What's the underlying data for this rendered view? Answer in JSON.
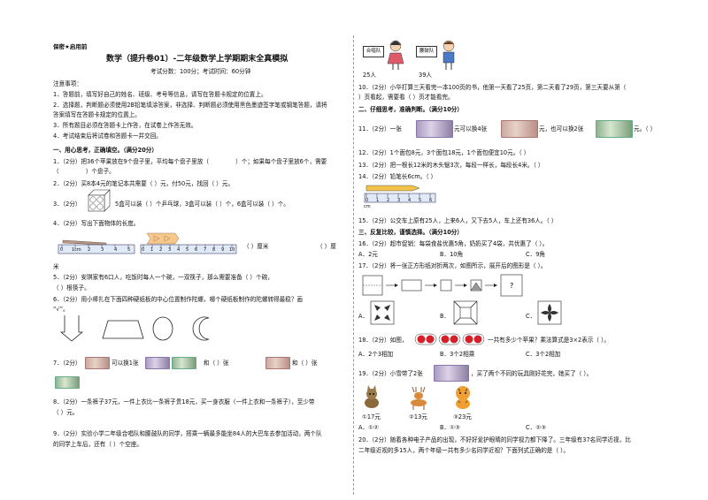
{
  "header": {
    "secret": "保密★启用前",
    "title": "数学（提升卷01）-二年级数学上学期期末全真模拟",
    "score_info": "考试分数：100分；考试时间：60分钟"
  },
  "notice": {
    "heading": "注意事项：",
    "items": [
      "1．答题前，填写好自己的姓名、班级、考号等信息，请写在答题卡规定的位置上。",
      "2．选择题，判断题必须使用2B铅笔填涂答案，非选择、判断题必须使用黑色墨迹签字笔或钢笔答题，请将",
      "答案填写在答题卡规定的位置上。",
      "3．所有题目必须在答题卡上作答，在试卷上作答无效。",
      "4．考试结束后将试卷和答题卡一并交回。"
    ]
  },
  "sections": {
    "s1": "一、用心思考，正确填空。（满分20分）",
    "s2": "二、仔细思考，准确判断。（满分10分）",
    "s3": "三、反复比较，谨慎选择。（满分10分）"
  },
  "left_questions": {
    "q1a": "1．（2分）把36个苹果放在9个盘子里，平均每个盘子里放（",
    "q1b": "）个；如果每个盘子里放6个，需要",
    "q1c": "（",
    "q1d": "）个盘子。",
    "q2": "2．（2分）买8本4元的笔记本共需要（        ）元，付50元，找回（        ）元。",
    "q3a": "3．（2分）",
    "q3b": "5盒可以装（        ）个乒乓球，3盒可以装（        ）个，6盒可以装（        ）个。",
    "q4": "4．（2分）写出下面物体的长度。",
    "q4a": "（        ）厘米",
    "q4b": "（        ）厘",
    "q4c": "米",
    "q5a": "5．（2分）安琪家有6口人，吃饭时每人一个碗，一双筷子，那么需要准备（        ）个碗，",
    "q5b": "（        ）根筷子。",
    "q6a": "6．（2分）用小棒扎在下面四种硬纸板的中心位置制作陀螺，哪个硬纸板制作的陀螺转得最稳？画",
    "q6b": "“√”。",
    "q7a": "7．（2分）",
    "q7b": "可以换1张",
    "q7c": "和（        ）张",
    "q7d": "和（        ）张",
    "q8a": "8．（2分）一条裤子37元，一件上衣比一条裤子贵18元，买一身衣服（一件上衣和一条裤子），至少带",
    "q8b": "（        ）元。",
    "q9a": "9．（2分）实验小学二年级合唱队和腰鼓队的同学，搭乘一辆最多能坐84人的大巴车去参加活动，两个队",
    "q9b": "的同学上车后，还有（        ）个空座。",
    "ruler1_nums": [
      "0",
      "1cm",
      "2",
      "3",
      "4",
      "5"
    ],
    "ruler2_nums": [
      "0",
      "1",
      "2",
      "3",
      "4",
      "5",
      "6",
      "7",
      "8",
      "9",
      "10"
    ]
  },
  "right_questions": {
    "badge1": "合唱队",
    "badge2": "腰鼓队",
    "people1": "25人",
    "people2": "39人",
    "q10a": "10．（2分）小华打算三天看完一本100页的书，他第一天看了25页，第二天看了29页，第三天要从第（",
    "q10b": "）页看起，需要看（        ）页才能看完。",
    "q11a": "11．（2分）一张",
    "q11b": "元可以换4张",
    "q11c": "元，也可以换2张",
    "q11d": "元。（        ）",
    "q12": "12．（2分）1个面包8元，3个面包18元，1个面包便宜10元。（        ）",
    "q13": "13．（2分）把一根长12米的木头锯3次，每段一样长，每段长4米。（        ）",
    "q14": "14．（2分）铅笔长6cm。（        ）",
    "q15": "15．（2分）公交车上原有25人，上来6人，又下去5人，车上还有36人。（        ）",
    "q16": "16．（2分）超市促销：每袋食盐优惠5角，奶奶买了4袋，共优惠了（        ）。",
    "q16_opts": [
      "A．2元",
      "B．10角",
      "C．9角"
    ],
    "q17": "17．（2分）将一张正方形纸对折两次，如图所示，展开后的图形是（        ）。",
    "q17_opts": [
      "A．",
      "B．",
      "C．"
    ],
    "q18a": "18．（2分）如图，",
    "q18b": "一共有多少个苹果？乘法算式是3×2表示（        ）。",
    "q18_opts": [
      "A．2个3相加",
      "B．3个2相乘",
      "C．3个2相加"
    ],
    "q19a": "19．（2分）小雪带了2张",
    "q19b": "，买了两个不同的玩具刚好花完，她买了（        ）。",
    "q19_labels": [
      "①17元",
      "②13元",
      "③23元"
    ],
    "q19_opts": [
      "A．①②",
      "B．①③",
      "C．②③"
    ],
    "q20a": "20．（2分）随着各种电子产品的出现，不好好爱护眼睛的同学视力都下降了。三年级有37名同学近视，比",
    "q20b": "二年级近视的多15人，两个年级一共有多少名同学近视？下面列式正确的是（        ）。",
    "ruler3_nums": [
      "0",
      "1",
      "2",
      "3",
      "4",
      "5",
      "6"
    ],
    "ruler3_unit": "cm"
  }
}
